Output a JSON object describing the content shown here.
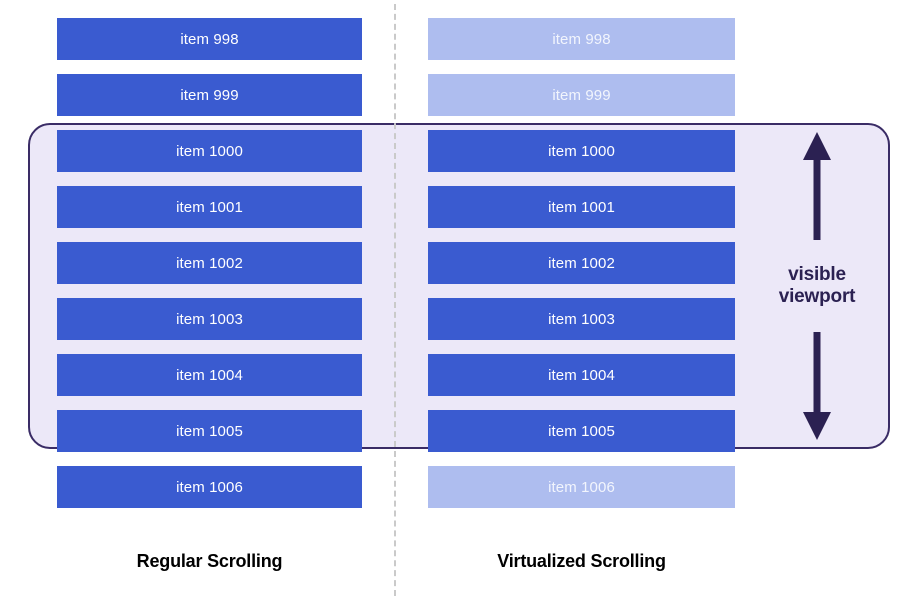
{
  "diagram": {
    "title_regular": "Regular Scrolling",
    "title_virtualized": "Virtualized Scrolling",
    "viewport_caption_line1": "visible",
    "viewport_caption_line2": "viewport",
    "colors": {
      "bar_solid": "#3a5bd0",
      "bar_faded": "#aebdef",
      "viewport_fill": "#ece8f8",
      "viewport_border": "#3a2c66",
      "divider": "#cacaca",
      "bar_text": "#ffffff",
      "caption_text": "#000000",
      "annotation_text": "#2b2152"
    }
  },
  "columns": {
    "regular": {
      "label": "Regular Scrolling",
      "items": [
        {
          "label": "item 998",
          "state": "rendered",
          "in_viewport": false
        },
        {
          "label": "item 999",
          "state": "rendered",
          "in_viewport": false
        },
        {
          "label": "item 1000",
          "state": "rendered",
          "in_viewport": true
        },
        {
          "label": "item 1001",
          "state": "rendered",
          "in_viewport": true
        },
        {
          "label": "item 1002",
          "state": "rendered",
          "in_viewport": true
        },
        {
          "label": "item 1003",
          "state": "rendered",
          "in_viewport": true
        },
        {
          "label": "item 1004",
          "state": "rendered",
          "in_viewport": true
        },
        {
          "label": "item 1005",
          "state": "rendered",
          "in_viewport": true
        },
        {
          "label": "item 1006",
          "state": "rendered",
          "in_viewport": false
        }
      ]
    },
    "virtualized": {
      "label": "Virtualized Scrolling",
      "items": [
        {
          "label": "item 998",
          "state": "not-rendered",
          "in_viewport": false
        },
        {
          "label": "item 999",
          "state": "not-rendered",
          "in_viewport": false
        },
        {
          "label": "item 1000",
          "state": "rendered",
          "in_viewport": true
        },
        {
          "label": "item 1001",
          "state": "rendered",
          "in_viewport": true
        },
        {
          "label": "item 1002",
          "state": "rendered",
          "in_viewport": true
        },
        {
          "label": "item 1003",
          "state": "rendered",
          "in_viewport": true
        },
        {
          "label": "item 1004",
          "state": "rendered",
          "in_viewport": true
        },
        {
          "label": "item 1005",
          "state": "rendered",
          "in_viewport": true
        },
        {
          "label": "item 1006",
          "state": "not-rendered",
          "in_viewport": false
        }
      ]
    }
  },
  "annotation": {
    "arrow_up": "arrow-up-icon",
    "arrow_down": "arrow-down-icon"
  }
}
